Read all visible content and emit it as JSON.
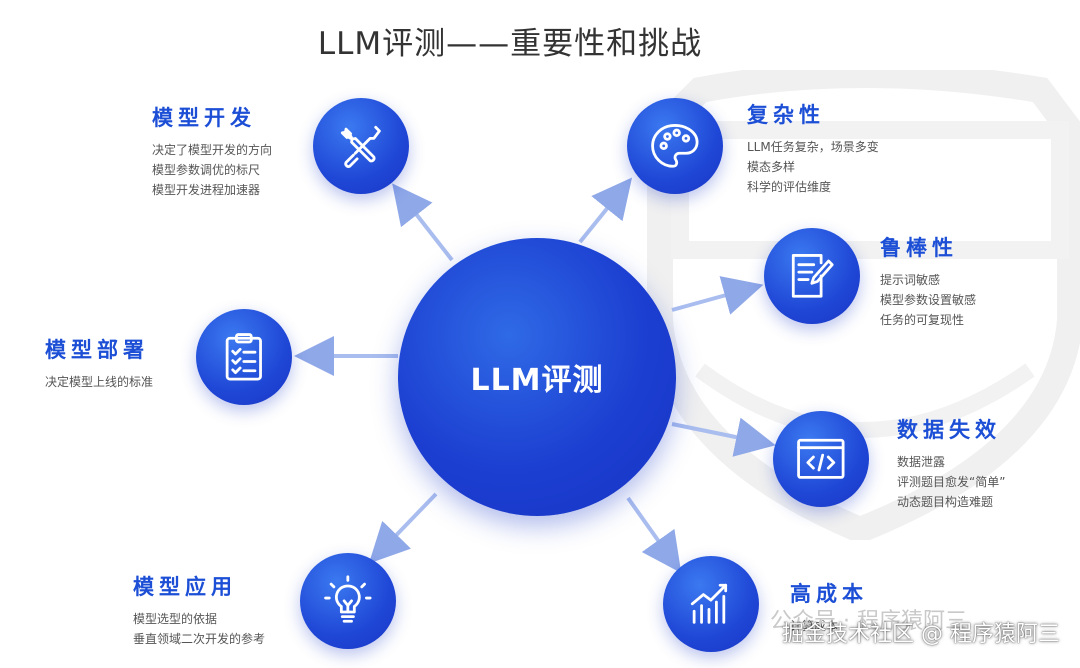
{
  "title": "LLM评测——重要性和挑战",
  "center_label": "LLM评测",
  "nodes": {
    "model_dev": {
      "title": "模型开发",
      "lines": [
        "决定了模型开发的方向",
        "模型参数调优的标尺",
        "模型开发进程加速器"
      ]
    },
    "model_deploy": {
      "title": "模型部署",
      "lines": [
        "决定模型上线的标准"
      ]
    },
    "model_app": {
      "title": "模型应用",
      "lines": [
        "模型选型的依据",
        "垂直领域二次开发的参考"
      ]
    },
    "complexity": {
      "title": "复杂性",
      "lines": [
        "LLM任务复杂，场景多变",
        "模态多样",
        "科学的评估维度"
      ]
    },
    "robustness": {
      "title": "鲁棒性",
      "lines": [
        "提示词敏感",
        "模型参数设置敏感",
        "任务的可复现性"
      ]
    },
    "data_fail": {
      "title": "数据失效",
      "lines": [
        "数据泄露",
        "评测题目愈发“简单”",
        "动态题目构造难题"
      ]
    },
    "high_cost": {
      "title": "高成本",
      "lines": [
        "计算成本"
      ]
    }
  },
  "watermarks": {
    "faint": "公众号 · 程序猿阿三",
    "strong": "掘金技术社区 @ 程序猿阿三"
  },
  "icons": [
    "tools-icon",
    "palette-icon",
    "edit-document-icon",
    "code-window-icon",
    "growth-chart-icon",
    "lightbulb-icon",
    "clipboard-checklist-icon"
  ],
  "colors": {
    "primary": "#1c3fd1",
    "heading": "#1c4fd6",
    "arrow": "#8fa8e8"
  }
}
